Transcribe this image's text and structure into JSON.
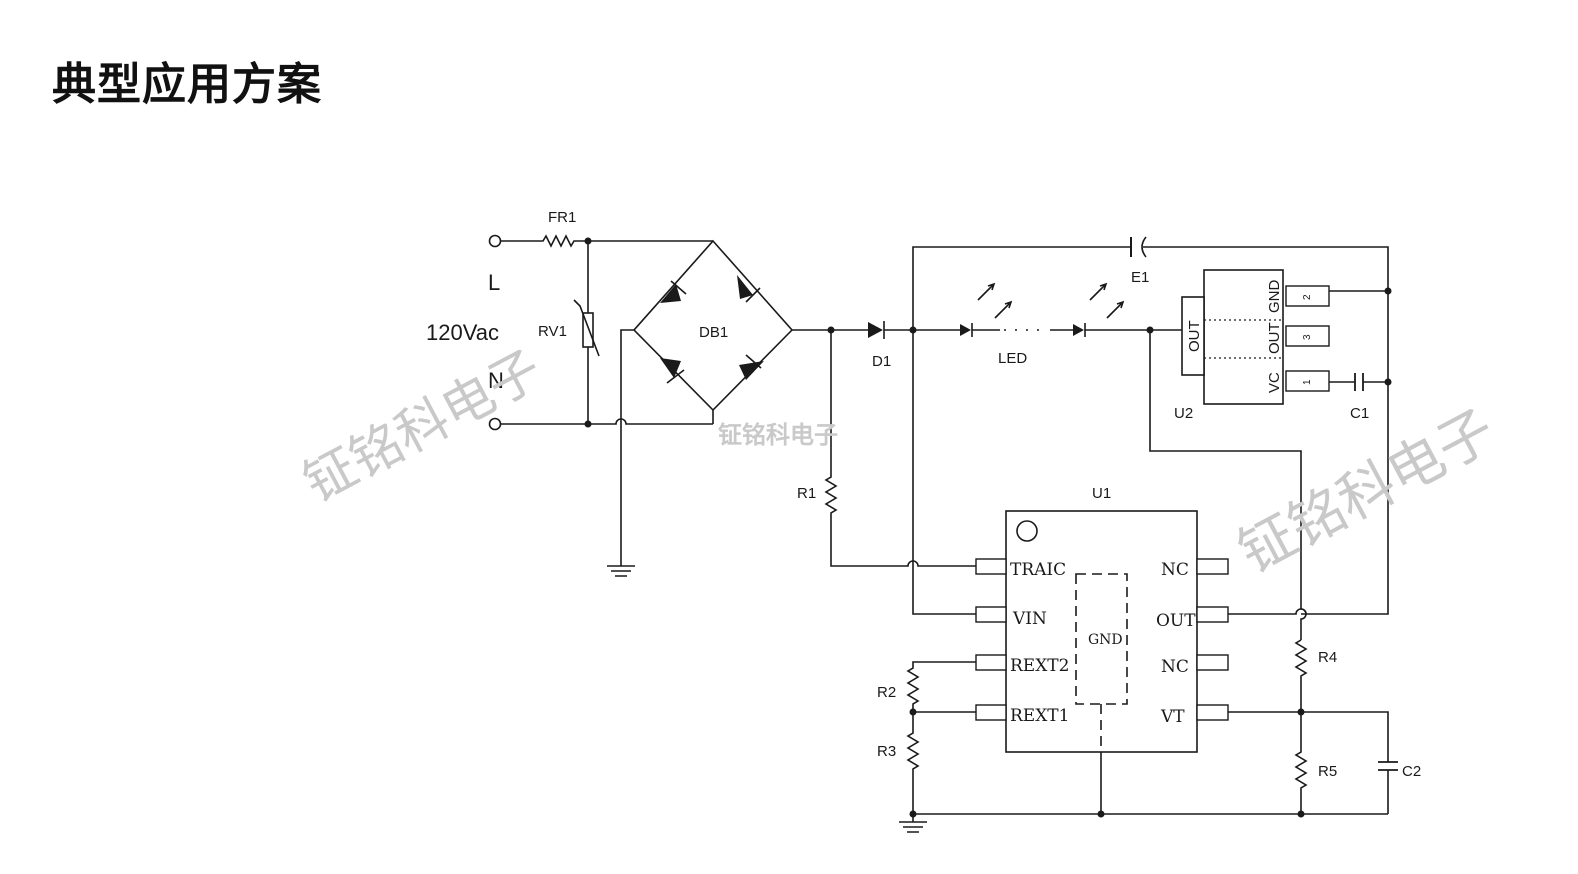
{
  "title": "典型应用方案",
  "watermark": "钲铭科电子",
  "labels": {
    "fr1": "FR1",
    "line": "L",
    "voltage": "120Vac",
    "neutral": "N",
    "rv1": "RV1",
    "db1": "DB1",
    "d1": "D1",
    "led": "LED",
    "e1": "E1",
    "u2": "U2",
    "c1": "C1",
    "r1": "R1",
    "u1": "U1",
    "r2": "R2",
    "r3": "R3",
    "r4": "R4",
    "r5": "R5",
    "c2": "C2"
  },
  "u1_pins": {
    "traic": "TRAIC",
    "vin": "VIN",
    "rext2": "REXT2",
    "rext1": "REXT1",
    "nc_top": "NC",
    "out": "OUT",
    "nc_mid": "NC",
    "vt": "VT",
    "gnd": "GND"
  },
  "u2_pins": {
    "out_left": "OUT",
    "gnd": "GND",
    "out": "OUT",
    "vc": "VC",
    "n2": "2",
    "n3": "3",
    "n1": "1"
  }
}
